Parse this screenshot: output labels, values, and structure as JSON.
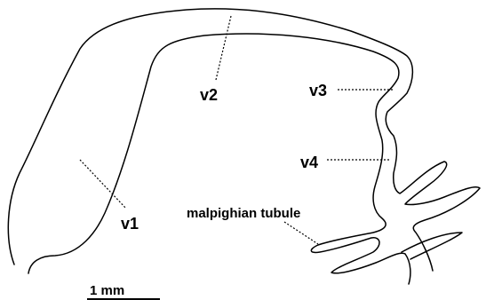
{
  "diagram": {
    "labels": {
      "v1": "v1",
      "v2": "v2",
      "v3": "v3",
      "v4": "v4",
      "malpighian": "malpighian tubule"
    },
    "scale_bar": {
      "label": "1 mm"
    },
    "colors": {
      "stroke": "#000000",
      "background": "#ffffff"
    }
  }
}
